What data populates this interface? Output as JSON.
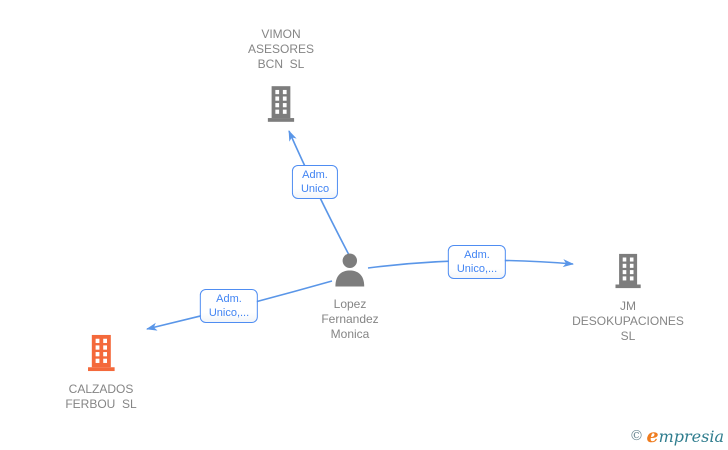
{
  "nodes": {
    "vimon": {
      "label": "VIMON\nASESORES\nBCN  SL",
      "type": "company",
      "icon_color": "#7d7d7d"
    },
    "person": {
      "label": "Lopez\nFernandez\nMonica",
      "type": "person",
      "icon_color": "#7d7d7d"
    },
    "jm": {
      "label": "JM\nDESOKUPACIONES\nSL",
      "type": "company",
      "icon_color": "#7d7d7d"
    },
    "calzados": {
      "label": "CALZADOS\nFERBOU  SL",
      "type": "company",
      "icon_color": "#f4693b"
    }
  },
  "edges": {
    "person_to_vimon": {
      "label": "Adm.\nUnico"
    },
    "person_to_jm": {
      "label": "Adm.\nUnico,..."
    },
    "person_to_calzados": {
      "label": "Adm.\nUnico,..."
    }
  },
  "colors": {
    "edge_blue": "#5a96e8",
    "edge_label_border": "#4f8df2",
    "edge_label_text": "#4184f3",
    "node_text_gray": "#858585",
    "node_icon_gray": "#7d7d7d",
    "highlight_orange": "#f4693b",
    "brand_orange": "#ef7c1e",
    "brand_teal": "#2f7d8e"
  },
  "footer": {
    "copyright_symbol": "©",
    "brand_initial": "e",
    "brand_rest": "mpresia"
  }
}
